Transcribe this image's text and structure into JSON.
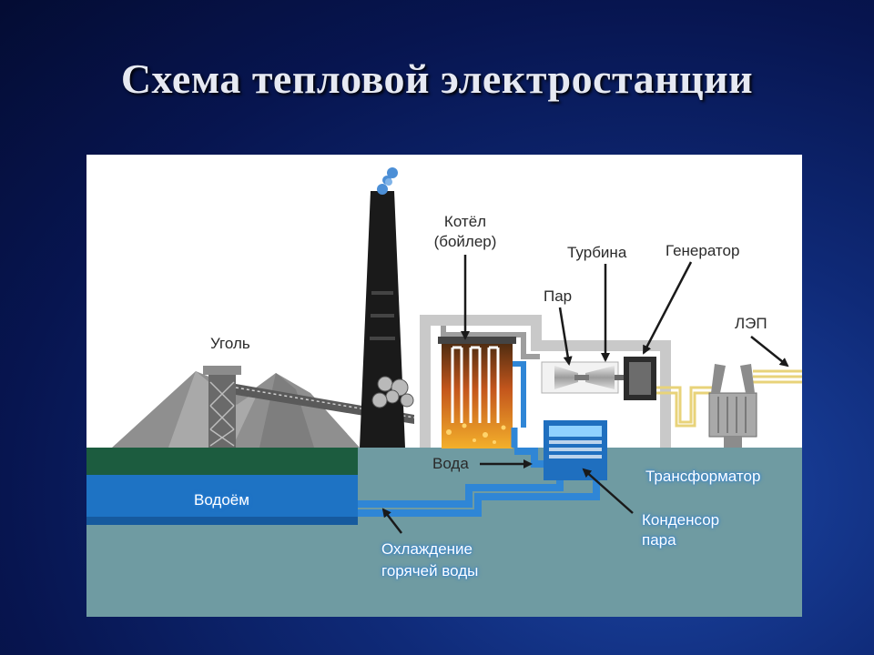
{
  "title": "Схема тепловой электростанции",
  "labels": {
    "coal": "Уголь",
    "boiler_line1": "Котёл",
    "boiler_line2": "(бойлер)",
    "turbine": "Турбина",
    "generator": "Генератор",
    "steam": "Пар",
    "power_line": "ЛЭП",
    "water": "Вода",
    "transformer": "Трансформатор",
    "reservoir": "Водоём",
    "condenser_line1": "Конденсор",
    "condenser_line2": "пара",
    "cooling_line1": "Охлаждение",
    "cooling_line2": "горячей воды"
  },
  "colors": {
    "ground": "#6f9ba2",
    "grass": "#1c5c3f",
    "water_blue": "#1e73c4",
    "pipe_blue": "#2f86d6",
    "building_grey": "#c9c9c9",
    "coal_grey": "#9a9a9a",
    "chimney": "#1a1a1a",
    "wire_yellow": "#e8d37a"
  }
}
